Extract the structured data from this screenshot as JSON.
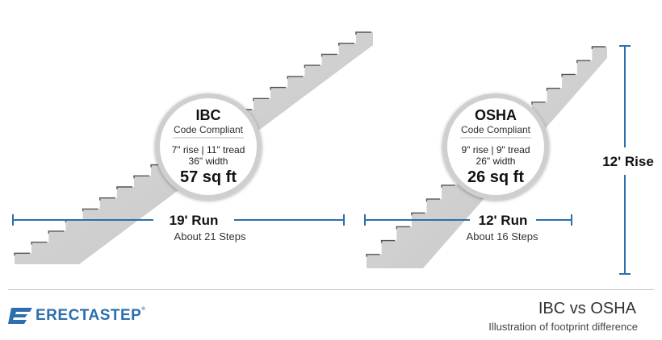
{
  "colors": {
    "dimension_line": "#2c6fae",
    "stair_fill": "#d3d3d3",
    "stair_shadow": "#a9a9a9",
    "step_edge": "#555555",
    "circle_fill": "#ffffff",
    "circle_ring": "#bfbfbf",
    "text_dark": "#111111",
    "text_body": "#333333",
    "logo": "#2c6fae"
  },
  "ibc": {
    "title": "IBC",
    "subtitle": "Code Compliant",
    "spec_line": "7\" rise | 11\" tread",
    "width_line": "36\" width",
    "area": "57 sq ft",
    "run_label": "19' Run",
    "steps_label": "About 21 Steps"
  },
  "osha": {
    "title": "OSHA",
    "subtitle": "Code Compliant",
    "spec_line": "9\" rise | 9\" tread",
    "width_line": "26\" width",
    "area": "26 sq ft",
    "run_label": "12' Run",
    "steps_label": "About 16 Steps"
  },
  "rise_label": "12' Rise",
  "logo": {
    "name": "ERECTASTEP",
    "mark": "®",
    "icon": "erectastep-logo-icon"
  },
  "caption": {
    "title": "IBC vs OSHA",
    "subtitle": "Illustration of footprint difference"
  }
}
